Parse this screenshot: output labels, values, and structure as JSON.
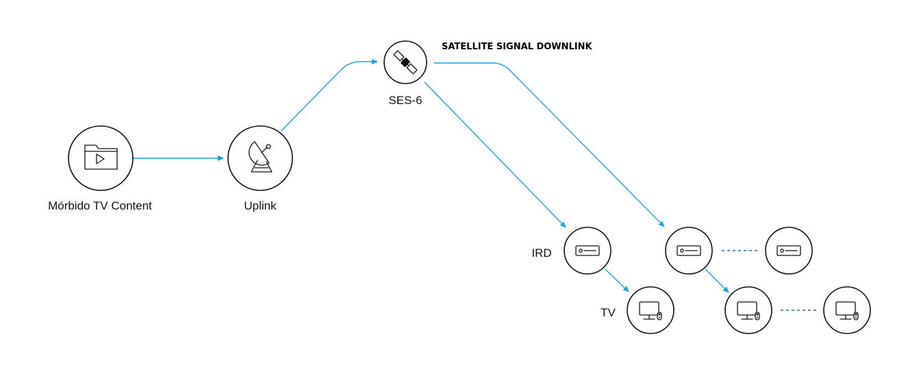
{
  "title": "SATELLITE SIGNAL DOWNLINK",
  "nodes": {
    "content": {
      "label": "Mórbido TV Content",
      "icon": "folder-play-icon"
    },
    "uplink": {
      "label": "Uplink",
      "icon": "satellite-dish-icon"
    },
    "satellite": {
      "label": "SES-6",
      "icon": "satellite-icon"
    },
    "ird": {
      "label": "IRD",
      "icon": "receiver-icon"
    },
    "tv": {
      "label": "TV",
      "icon": "tv-remote-icon"
    }
  },
  "colors": {
    "flow": "#1ea3e0",
    "dotted": "#1c6fa3",
    "stroke": "#111111"
  }
}
